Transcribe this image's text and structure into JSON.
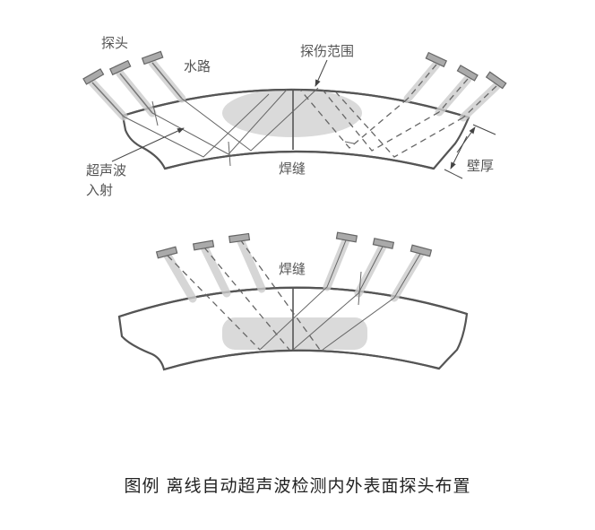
{
  "top_diagram": {
    "labels": {
      "probe": "探头",
      "water_path": "水路",
      "inspection_range": "探伤范围",
      "ultrasonic_incidence_line1": "超声波",
      "ultrasonic_incidence_line2": "入射",
      "weld": "焊缝",
      "wall_thickness": "壁厚"
    }
  },
  "bottom_diagram": {
    "labels": {
      "weld": "焊缝"
    }
  },
  "caption": "图例  离线自动超声波检测内外表面探头布置",
  "colors": {
    "outline": "#555555",
    "zone": "#d0d0d0",
    "probe": "#aaaaaa"
  }
}
